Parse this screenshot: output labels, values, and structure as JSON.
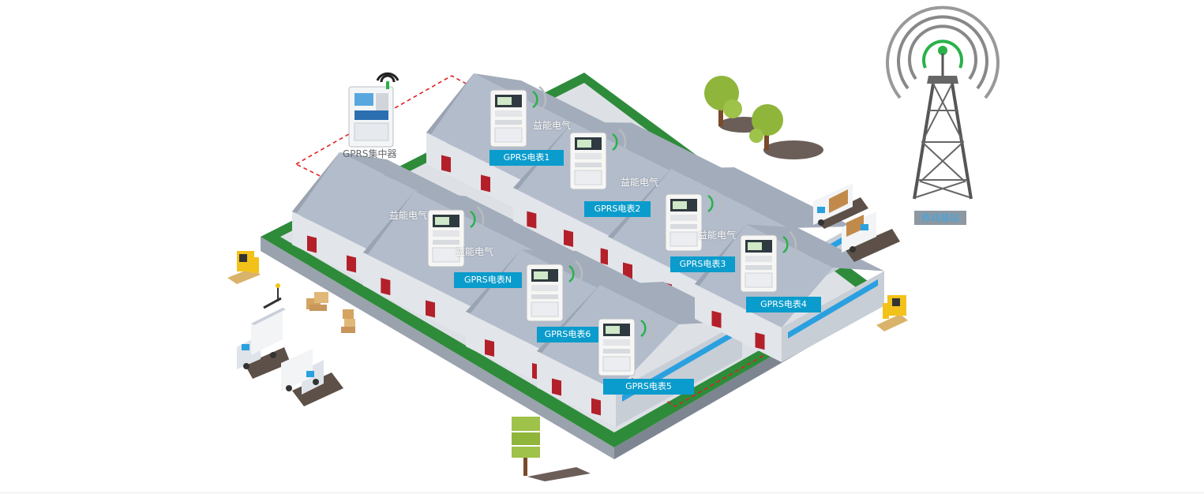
{
  "concentrator": {
    "label": "GPRS集中器",
    "icon": "gprs-concentrator-icon"
  },
  "tower": {
    "label": "移动基站",
    "icon": "cell-tower-icon"
  },
  "brand_text": "益能电气",
  "meters": [
    {
      "id": "1",
      "label": "GPRS电表1"
    },
    {
      "id": "2",
      "label": "GPRS电表2"
    },
    {
      "id": "3",
      "label": "GPRS电表3"
    },
    {
      "id": "4",
      "label": "GPRS电表4"
    },
    {
      "id": "5",
      "label": "GPRS电表5"
    },
    {
      "id": "6",
      "label": "GPRS电表6"
    },
    {
      "id": "N",
      "label": "GPRS电表N"
    }
  ],
  "colors": {
    "link_line": "#e02020",
    "label_bg": "#0a9ccc",
    "grass": "#2e8b3a",
    "roof": "#b3bccb",
    "wall": "#e2e5ea",
    "door": "#b3202a",
    "window": "#2aa0e0",
    "signal": "#2ab14a"
  }
}
